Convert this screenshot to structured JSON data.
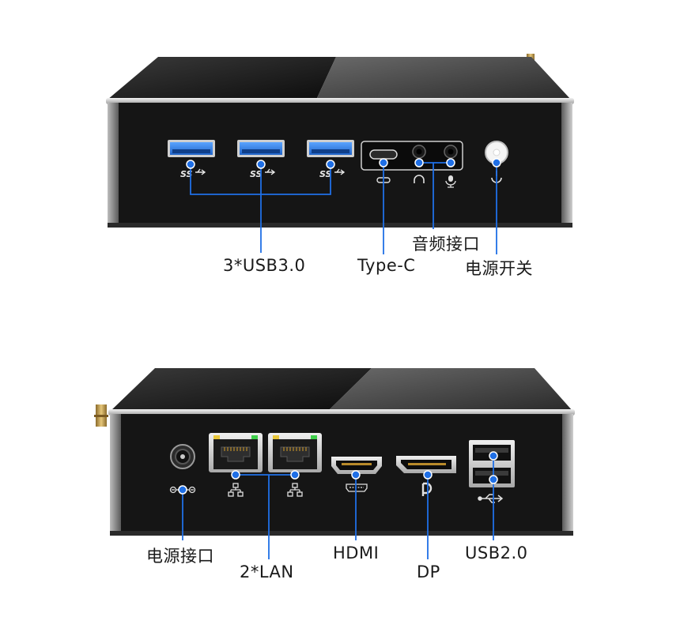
{
  "front": {
    "labels": {
      "usb3": "3*USB3.0",
      "typec": "Type-C",
      "audio": "音频接口",
      "power_button": "电源开关"
    },
    "port_marks": {
      "superspeed": "SS"
    }
  },
  "rear": {
    "labels": {
      "dc_in": "电源接口",
      "lan": "2*LAN",
      "hdmi": "HDMI",
      "dp": "DP",
      "usb2": "USB2.0"
    }
  },
  "colors": {
    "usb3_blue": "#2f7fe0",
    "callout_blue": "#1f6fe6",
    "chassis": "#161616",
    "lan_led_green": "#3ecf4a",
    "lan_led_yellow": "#e8c63a"
  }
}
